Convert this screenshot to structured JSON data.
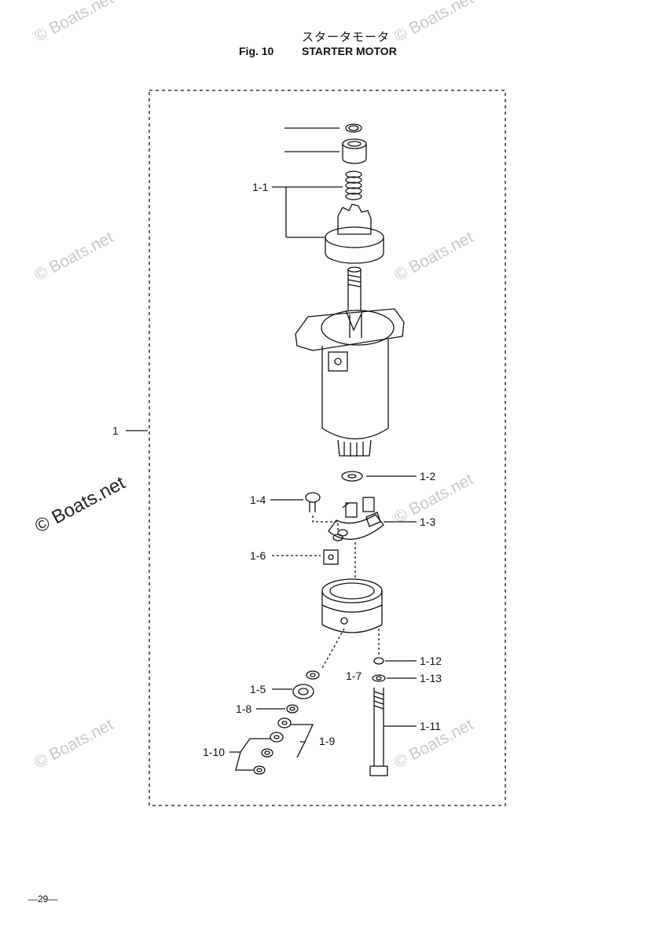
{
  "header": {
    "title_jp": "スタータモータ",
    "fig": "Fig. 10",
    "title": "STARTER MOTOR"
  },
  "watermarks": [
    "© Boats.net",
    "© Boats.net",
    "© Boats.net",
    "© Boats.net",
    "© Boats.net",
    "© Boats.net",
    "© Boats.net",
    "© Boats.net"
  ],
  "callouts": {
    "c1": "1",
    "c1_1": "1-1",
    "c1_2": "1-2",
    "c1_3": "1-3",
    "c1_4": "1-4",
    "c1_5": "1-5",
    "c1_6": "1-6",
    "c1_7": "1-7",
    "c1_8": "1-8",
    "c1_9": "1-9",
    "c1_10": "1-10",
    "c1_11": "1-11",
    "c1_12": "1-12",
    "c1_13": "1-13"
  },
  "page_number": "29"
}
